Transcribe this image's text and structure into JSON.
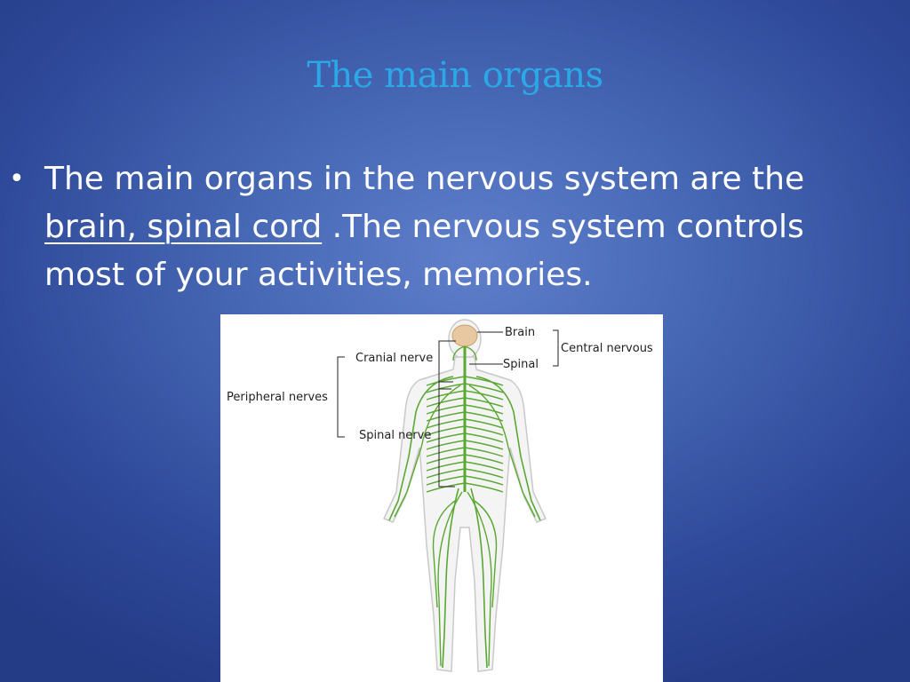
{
  "slide": {
    "title": "The main organs",
    "bullet": {
      "marker": "•",
      "intro": " The main organs in the nervous system are the",
      "underlined": "brain, spinal cord",
      "rest": " .The  nervous system controls most of your activities, memories."
    }
  },
  "figure": {
    "icon": "nervous-system-diagram",
    "labels": {
      "brain": "Brain",
      "spinal": "Spinal",
      "central": "Central nervous",
      "cranial": "Cranial nerve",
      "peripheral": "Peripheral nerves",
      "spinal_nerve": "Spinal nerve"
    },
    "colors": {
      "nerve": "#5aa832",
      "body_outline": "#c9c9c9",
      "brain": "#e8c8a0"
    }
  }
}
